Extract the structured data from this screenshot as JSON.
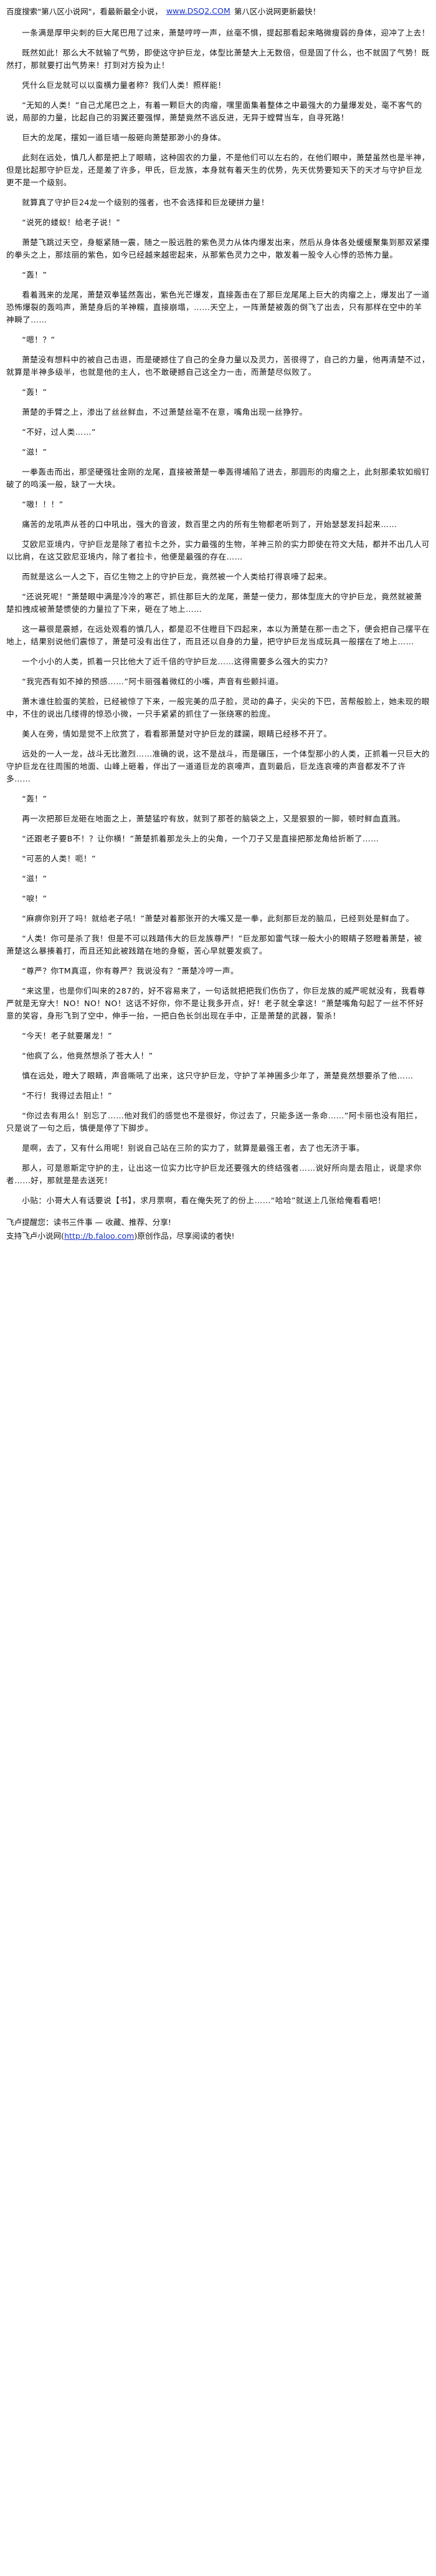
{
  "header": {
    "line_prefix": "百度搜索\"第八区小说网\"，看最新最全小说，",
    "site_link": "www.DSQ2.COM",
    "line_suffix": "第八区小说网更新最快！"
  },
  "paragraphs": [
    "一条满是厚甲尖刺的巨大尾巴甩了过来，萧楚哼哼一声，丝毫不惧，提起那看起来略微瘦弱的身体，迎冲了上去！",
    "既然如此！那么大不就输了气势，即使这守护巨龙，体型比萧楚大上无数倍，但是固了什么，也不就固了气势！既然打，那就要打出气势来！打到对方投为止！",
    "凭什么巨龙就可以以蛮横力量者称？我们人类！照样能！",
    "“无知的人类！”自己尤尾巴之上，有着一颗巨大的肉瘤，嘿里面集着整体之中最强大的力量爆发处，毫不客气的说，局部的力量，比起自己的羽翼还要强悍，萧楚竟然不逃反进，无异于螳臂当车，自寻死路！",
    "巨大的龙尾，摆如一道巨墙一般砸向萧楚那渺小的身体。",
    "此刻在远处，慎几人都是把上了眼睛，这种固农的力量，不是他们可以左右的，在他们眼中，萧楚虽然也是半神，但是比起那守护巨龙，还是差了许多，甲氏，巨龙族，本身就有着天生的优势，先天优势要知天下的天才与守护巨龙更不是一个级别。",
    "就算真了守护巨24龙一个级别的强者，也不会选择和巨龙硬拼力量！",
    "“说死的蝼蚁！给老子说！”",
    "萧楚飞跳过天空，身躯紧随一震，随之一股远胜的紫色灵力从体内爆发出来，然后从身体各处缓缓聚集到那双紧攥的拳头之上，那炫丽的紫色，如今已经越来越密起来，从那紫色灵力之中，散发着一股令人心悸的恐怖力量。",
    "“轰！”",
    "看着溅来的龙尾，萧楚双拳猛然轰出，紫色光芒爆发，直接轰击在了那巨龙尾尾上巨大的肉瘤之上，爆发出了一道恐怖爆裂的轰鸣声，萧楚身后的羊神糯，直接崩塌，……天空上，一阵萧楚被轰的倒飞了出去，只有那样在空中的羊神瞬了……",
    "“嗯！？”",
    "萧楚没有想料中的被自己击退，而是硬撼住了自己的全身力量以及灵力，苦很得了，自己的力量，他再清楚不过，就算是半神多级半，也就是他的主人，也不敢硬撼自己这全力一击，而萧楚尽似败了。",
    "“轰！”",
    "萧楚的手臂之上，渗出了丝丝鲜血，不过萧楚丝毫不在意，嘴角出现一丝狰狞。",
    "“不好，过人类……”",
    "“滋！”",
    "一拳轰击而出，那坚硬强壮金刚的龙尾，直接被萧楚一拳轰得埔陷了进去，那圆形的肉瘤之上，此刻那柔软如缎钉破了的鸣溪一般，缺了一大块。",
    "“嗷！！！”",
    "痛苦的龙吼声从苍的口中吼出，强大的音波，数百里之内的所有生物都老听到了，开始瑟瑟发抖起来……",
    "艾欧尼亚境内，守护巨龙是除了者拉卡之外，实力最强的生物，羊神三阶的实力即使在符文大陆，都并不出几人可以比肩，在这艾欧尼亚境内，除了者拉卡，他便是最强的存在……",
    "而就是这么一人之下，百亿生物之上的守护巨龙，竟然被一个人类给打得哀嚎了起来。",
    "“还说死呢！”萧楚眼中满是冷冷的寒芒，抓住那巨大的龙尾，萧楚一使力，那体型庞大的守护巨龙，竟然就被萧楚扣拽成被萧楚惯使的力量拉了下来，砸在了地上……",
    "这一幕很是震撼，在远处观看的慎几人，都是忍不住瞪目下四起来，本以为萧楚在那一击之下，便会把自己摆平在地上，结果别说他们震惊了，萧楚可没有出住了，而且还以自身的力量，把守护巨龙当成玩具一般摆在了地上……",
    "一个小小的人类，抓着一只比他大了近千倍的守护巨龙……这得需要多么强大的实力？",
    "“我完西有如不掉的预感……”阿卡丽强着微红的小嘴，声音有些颤抖道。",
    "萧木谁住脸蛋的笑脸，已经被惊了下来，一般完美的瓜子脸，灵动的鼻子，尖尖的下巴，苦帮般脸上，她未现的眼中，不住的说出几缕得的惊恐小微，一只手紧紧的抓住了一张绕寒的脸庞。",
    "美人在旁，情如是觉不上欣赏了，看看那萧楚对守护巨龙的蹂躏，眼睛已经移不开了。",
    "远处的一人一龙，战斗无比激烈……准确的说，这不是战斗，而是碾压，一个体型那小的人类，正抓着一只巨大的守护巨龙在往周围的地面、山峰上砸着，伴出了一道道巨龙的哀嚎声，直到最后，巨龙连哀嚎的声音都发不了许多……",
    "“轰！”",
    "再一次把那巨龙砸在地面之上，萧楚猛咛有放，就到了那苍的脑袋之上，又是狠狠的一脚，顿时鲜血直溅。",
    "“还跟老子要B不！？让你横！”萧楚抓着那龙头上的尖角，一个刀子又是直接把那龙角给折断了……",
    "“可恶的人类！呃！”",
    "“滋！”",
    "“唳！”",
    "“麻痹你别开了吗！就给老子吼！”萧楚对着那张开的大嘴又是一拳，此刻那巨龙的脑瓜，已经到处是鲜血了。",
    "“人类！你可是杀了我！但是不可以践踏伟大的巨龙族尊严！”巨龙那如雷气球一般大小的眼睛子怒瞪着萧楚，被萧楚这么暴揍着打，而且还知此被践踏在地的身躯，苦心早就要发疯了。",
    "“尊严？你TM真逗，你有尊严？我说没有？”萧楚冷哼一声。",
    "“来这里，也是你们叫来的287的，好不容易来了，一句话就把把我们伤伤了，你巨龙族的威严呢就没有，我看尊严就是无穿大！NO！NO！NO！这话不好你，你不是让我多开点，好！老子就全拿这！”萧楚嘴角勾起了一丝不怀好意的笑容，身形飞到了空中，伸手一抬，一把白色长剑出现在手中，正是萧楚的武器，誓杀！",
    "“今天！老子就要屠龙！”",
    "“他疯了么，他竟然想杀了苍大人！”",
    "慎在远处，瞪大了眼睛，声音嘶吼了出来，这只守护巨龙，守护了羊神圃多少年了，萧楚竟然想要杀了他……",
    "“不行！我得过去阻止！”",
    "“你过去有用么！别忘了……他对我们的感觉也不是很好，你过去了，只能多送一条命……”阿卡丽也没有阻拦，只是说了一句之后，慎便是停了下脚步。",
    "是啊，去了，又有什么用呢！别说自己站在三阶的实力了，就算是最强王者，去了也无济于事。",
    "那人，可是恩斯定守护的主，让出这一位实力比守护巨龙还要强大的终结强者……说好所向是去阻止，说是求你者……好，那就是是去送死！",
    "小贴：小哥大人有话要说【书】，求月票啊，看在俺失死了的份上……“哈哈”就送上几张给俺看看吧！"
  ],
  "footer": {
    "reader_line": "飞卢提醒您：读书三件事 — 收藏、推荐、分享!",
    "support_prefix": "支持飞卢小说网(",
    "support_link": "http://b.faloo.com",
    "support_suffix": ")原创作品，尽享阅读的者快!"
  }
}
